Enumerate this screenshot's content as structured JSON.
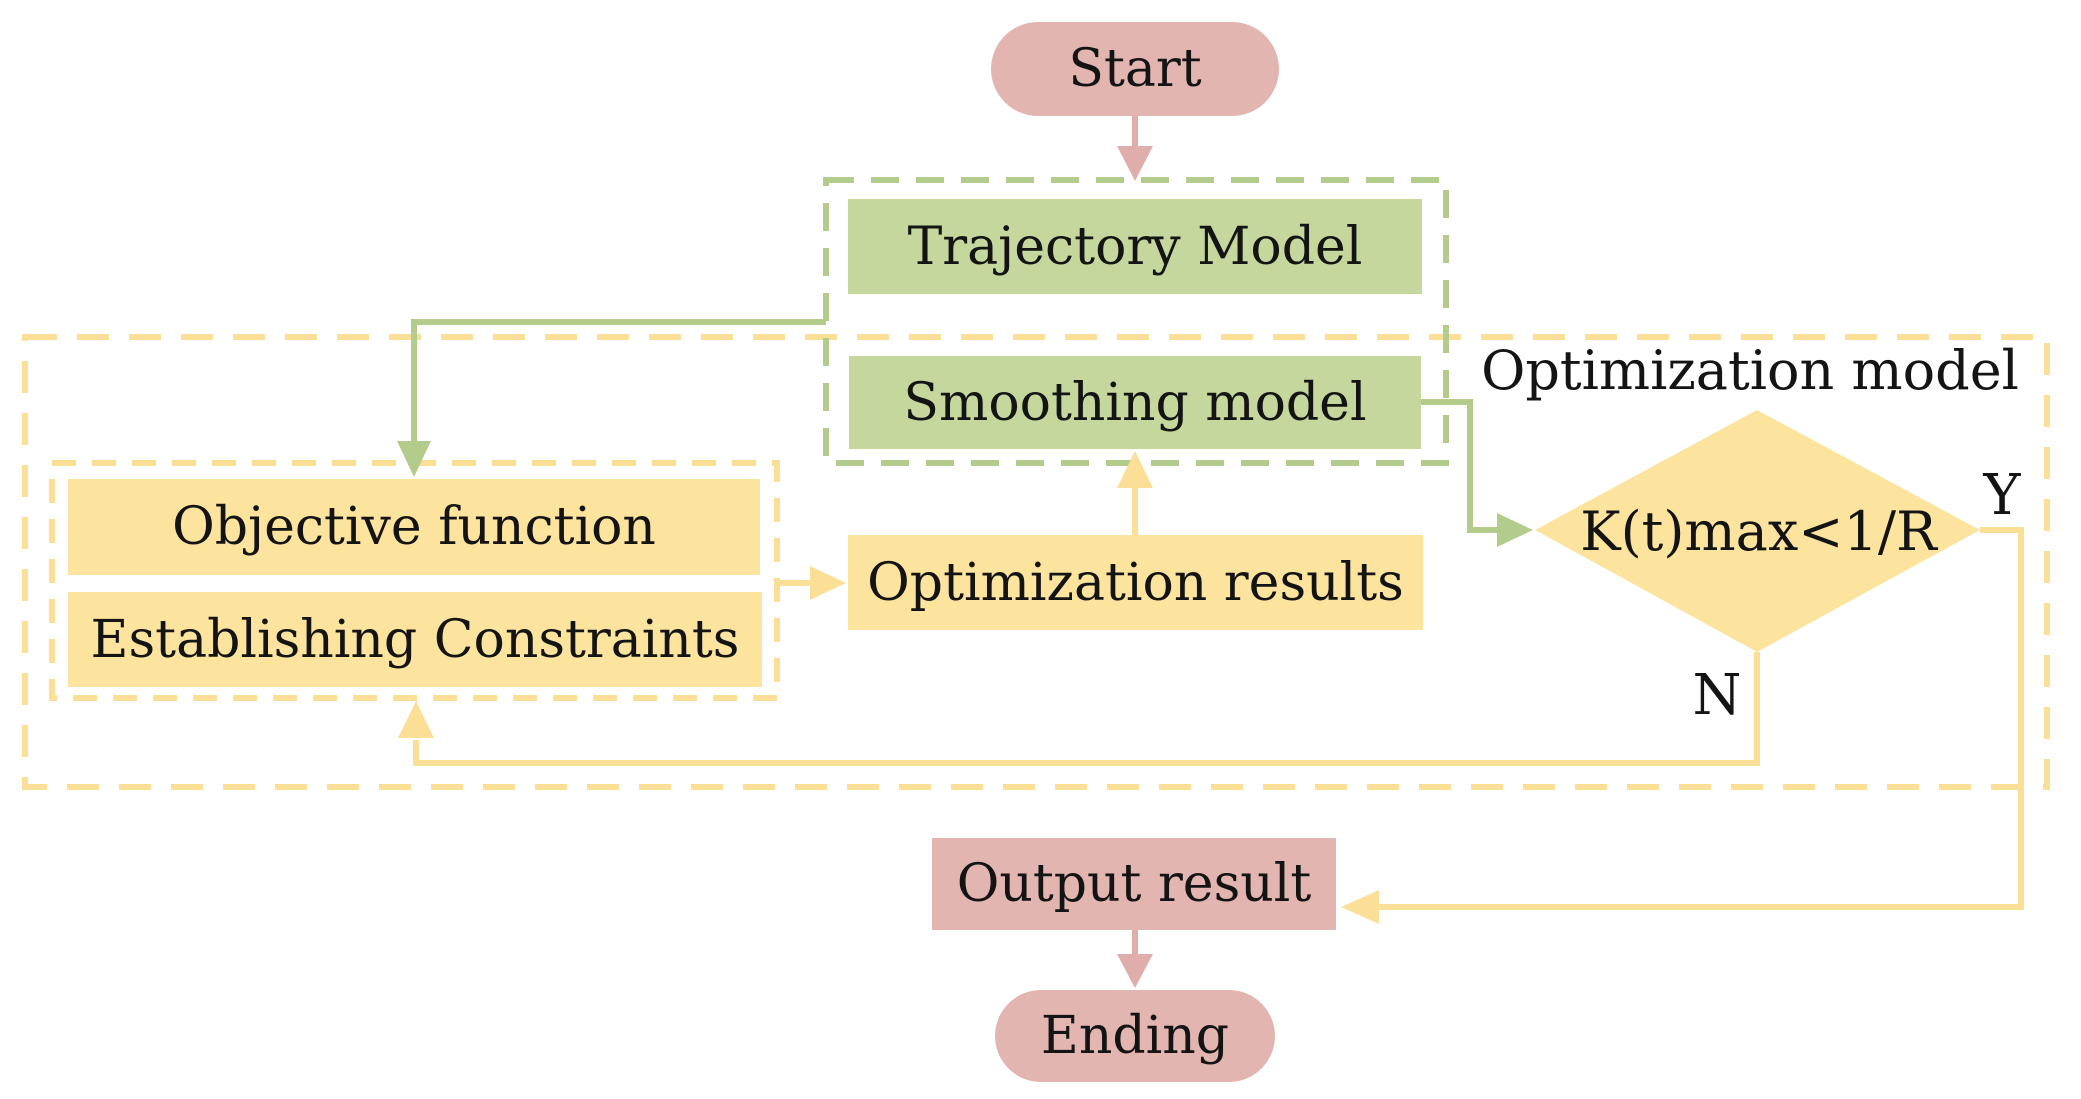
{
  "diagram": {
    "section_label": "Optimization model",
    "nodes": {
      "start": "Start",
      "trajectory_model": "Trajectory Model",
      "smoothing_model": "Smoothing model",
      "objective_function": "Objective function",
      "establishing_constraints": "Establishing Constraints",
      "optimization_results": "Optimization results",
      "decision": "K(t)max<1/R",
      "output_result": "Output result",
      "ending": "Ending"
    },
    "branch_labels": {
      "yes": "Y",
      "no": "N"
    },
    "colors": {
      "pink_fill": "#e2b5b0",
      "pink_arrow": "#dfaeaa",
      "green_fill": "#c6d79e",
      "green_line": "#b4cc8b",
      "yellow_fill": "#fce49e",
      "yellow_line": "#fbdf97",
      "text": "#141414",
      "background": "#ffffff"
    }
  }
}
